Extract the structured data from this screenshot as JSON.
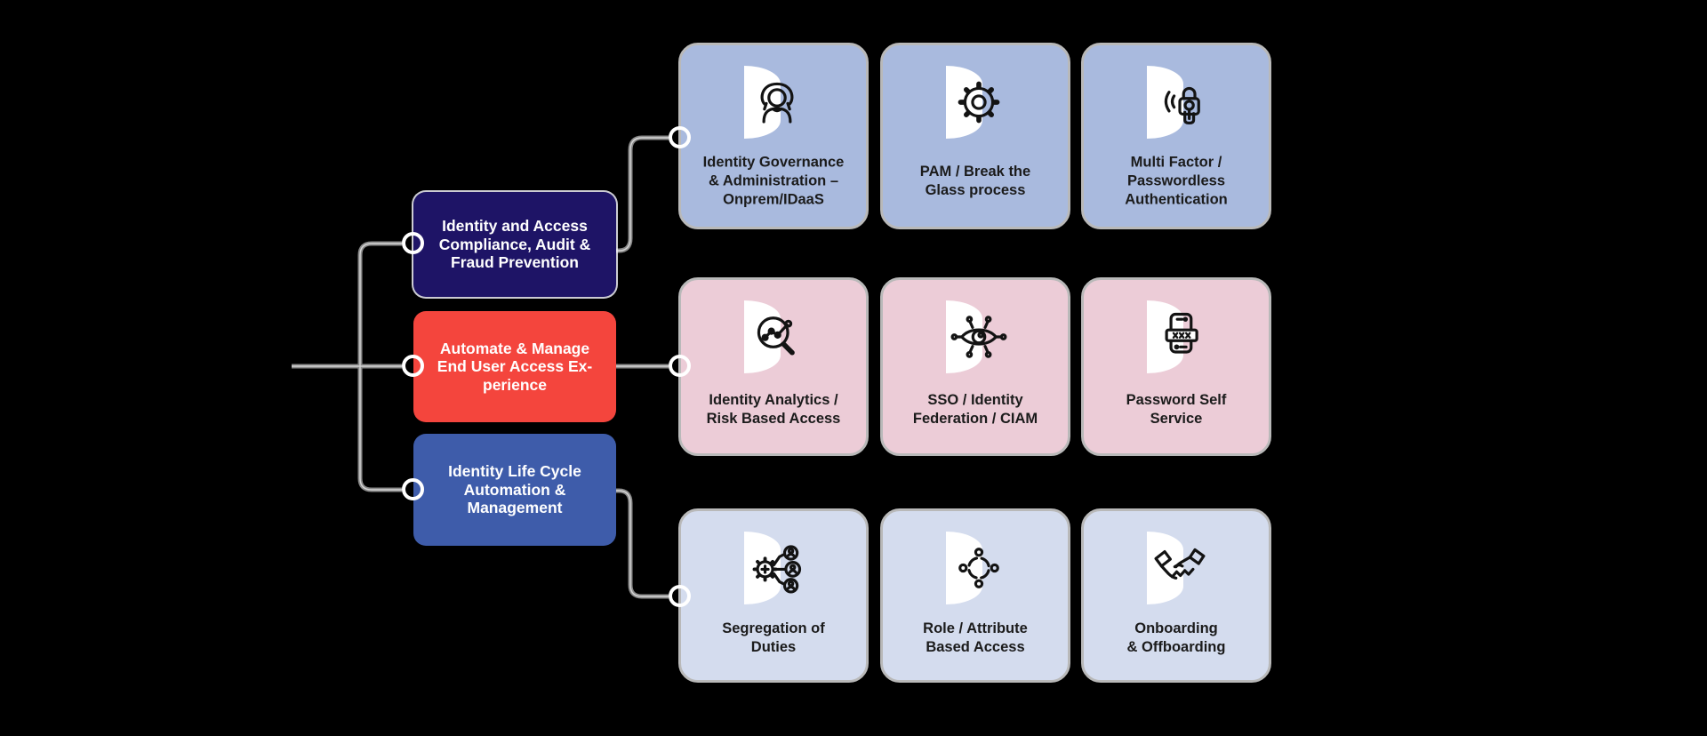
{
  "canvas": {
    "background": "#000000"
  },
  "connectors": {
    "line_color": "#8a8a8a",
    "line_highlight": "#dcdcdc",
    "node_ring_color": "#ffffff"
  },
  "left_nodes": [
    {
      "label": "Identity and Access\nCompliance, Audit &\nFraud Prevention",
      "color": "#1e1466"
    },
    {
      "label": "Automate & Manage\nEnd User Access Ex-\nperience",
      "color": "#f4453d"
    },
    {
      "label": "Identity Life Cycle\nAutomation &\nManagement",
      "color": "#3e5caa"
    }
  ],
  "grid": {
    "rows": [
      {
        "color": "#a9bade",
        "cards": [
          {
            "label": "Identity Governance\n& Administration –\nOnprem/IDaaS",
            "icon": "persona-icon"
          },
          {
            "label": "PAM / Break the\nGlass process",
            "icon": "gear-icon"
          },
          {
            "label": "Multi Factor /\nPasswordless\nAuthentication",
            "icon": "biometric-lock-icon"
          }
        ]
      },
      {
        "color": "#ecccd7",
        "cards": [
          {
            "label": "Identity Analytics /\nRisk Based Access",
            "icon": "analytics-magnifier-icon"
          },
          {
            "label": "SSO / Identity\nFederation / CIAM",
            "icon": "eye-network-icon"
          },
          {
            "label": "Password Self\nService",
            "icon": "phone-password-icon"
          }
        ]
      },
      {
        "color": "#d4dcee",
        "cards": [
          {
            "label": "Segregation of\nDuties",
            "icon": "gear-users-icon"
          },
          {
            "label": "Role / Attribute\nBased Access",
            "icon": "round-table-icon"
          },
          {
            "label": "Onboarding\n& Offboarding",
            "icon": "handshake-icon"
          }
        ]
      }
    ]
  }
}
